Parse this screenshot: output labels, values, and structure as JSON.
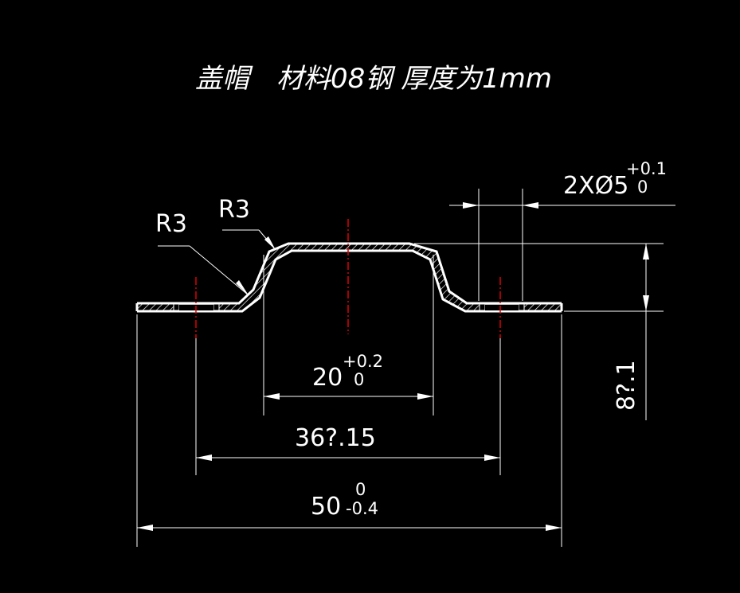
{
  "title": "盖帽　材料08钢  厚度为1mm",
  "annotations": {
    "radius_left": "R3",
    "radius_top": "R3",
    "holes_main": "2XØ5",
    "holes_tol_upper": "+0.1",
    "holes_tol_lower": "0",
    "dim_inner_main": "20",
    "dim_inner_tol_upper": "+0.2",
    "dim_inner_tol_lower": "0",
    "dim_holes": "36?.15",
    "dim_total_main": "50",
    "dim_total_tol_upper": "0",
    "dim_total_tol_lower": "-0.4",
    "dim_height": "8?.1"
  },
  "colors": {
    "background": "#000000",
    "lines": "#ffffff",
    "center_lines": "#e00000"
  }
}
